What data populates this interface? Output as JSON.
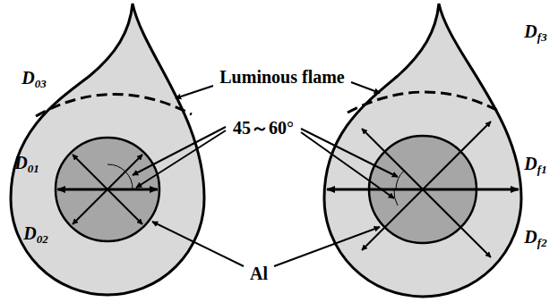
{
  "diagram": {
    "labels": [
      "Luminous flame",
      "45～60°",
      "Al",
      "D03",
      "D01",
      "D02",
      "Df3",
      "Df1",
      "Df2"
    ]
  }
}
